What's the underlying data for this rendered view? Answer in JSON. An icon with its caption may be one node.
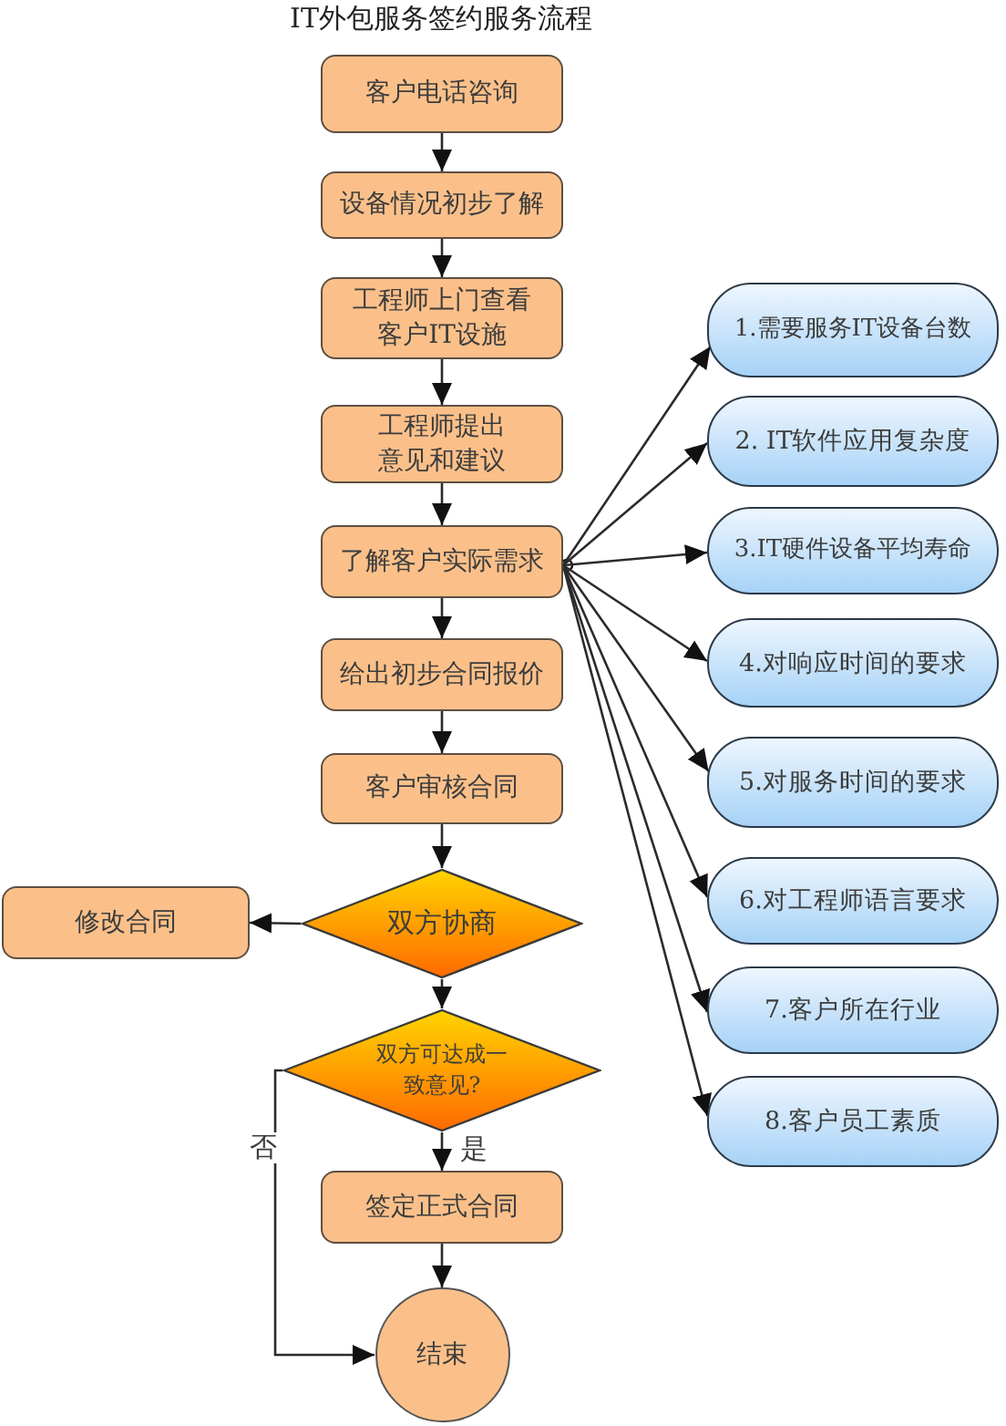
{
  "diagram": {
    "title": "IT外包服务签约服务流程",
    "nodes": [
      {
        "text": [
          "客户电话咨询"
        ]
      },
      {
        "text": [
          "设备情况初步了解"
        ]
      },
      {
        "text": [
          "工程师上门查看客户IT设施"
        ]
      },
      {
        "text": [
          "工程师提出意见和建议"
        ]
      },
      {
        "text": [
          "了解客户实际需求"
        ]
      },
      {
        "text": [
          "给出初步合同报价"
        ]
      },
      {
        "text": [
          "客户审核合同"
        ]
      },
      {
        "text": [
          "双方协商"
        ]
      },
      {
        "text": [
          "修改合同"
        ]
      },
      {
        "text": [
          "双方可达成一致意见?"
        ]
      },
      {
        "text": [
          "签定正式合同"
        ]
      },
      {
        "text": [
          "结束"
        ]
      },
      {
        "text": [
          "1.需要服务IT设备台数"
        ]
      },
      {
        "text": [
          "2. IT软件应用复杂度"
        ]
      },
      {
        "text": [
          "3.IT硬件设备平均寿命"
        ]
      },
      {
        "text": [
          "4.对响应时间的要求"
        ]
      },
      {
        "text": [
          "5.对服务时间的要求"
        ]
      },
      {
        "text": [
          "6.对工程师语言要求"
        ]
      },
      {
        "text": [
          "7.客户所在行业"
        ]
      },
      {
        "text": [
          "8.客户员工素质"
        ]
      }
    ],
    "edges": [
      {
        "from": 0,
        "to": 1,
        "arrow": "to"
      },
      {
        "from": 1,
        "to": 2,
        "arrow": "to"
      },
      {
        "from": 2,
        "to": 3,
        "arrow": "to"
      },
      {
        "from": 3,
        "to": 4,
        "arrow": "to"
      },
      {
        "from": 4,
        "to": 5,
        "arrow": "to"
      },
      {
        "from": 5,
        "to": 6,
        "arrow": "to"
      },
      {
        "from": 6,
        "to": 7,
        "arrow": "to"
      },
      {
        "from": 7,
        "to": 8,
        "arrow": "to"
      },
      {
        "from": 7,
        "to": 9,
        "arrow": "to"
      },
      {
        "from": 9,
        "to": 10,
        "arrow": "to",
        "label": "是"
      },
      {
        "from": 9,
        "to": 11,
        "arrow": "to",
        "label": "否"
      },
      {
        "from": 10,
        "to": 11,
        "arrow": "to"
      },
      {
        "from": 4,
        "to": 12,
        "arrow": "to"
      },
      {
        "from": 4,
        "to": 13,
        "arrow": "to"
      },
      {
        "from": 4,
        "to": 14,
        "arrow": "to"
      },
      {
        "from": 4,
        "to": 15,
        "arrow": "to"
      },
      {
        "from": 4,
        "to": 16,
        "arrow": "to"
      },
      {
        "from": 4,
        "to": 17,
        "arrow": "to"
      },
      {
        "from": 4,
        "to": 18,
        "arrow": "to"
      },
      {
        "from": 4,
        "to": 19,
        "arrow": "to"
      }
    ]
  }
}
